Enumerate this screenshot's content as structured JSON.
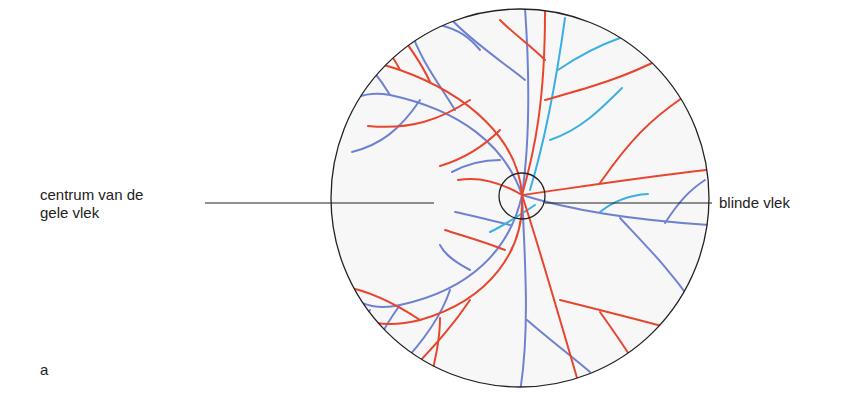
{
  "diagram": {
    "labels": [
      "centrum van de gele vlek",
      "blinde vlek",
      "a"
    ]
  }
}
